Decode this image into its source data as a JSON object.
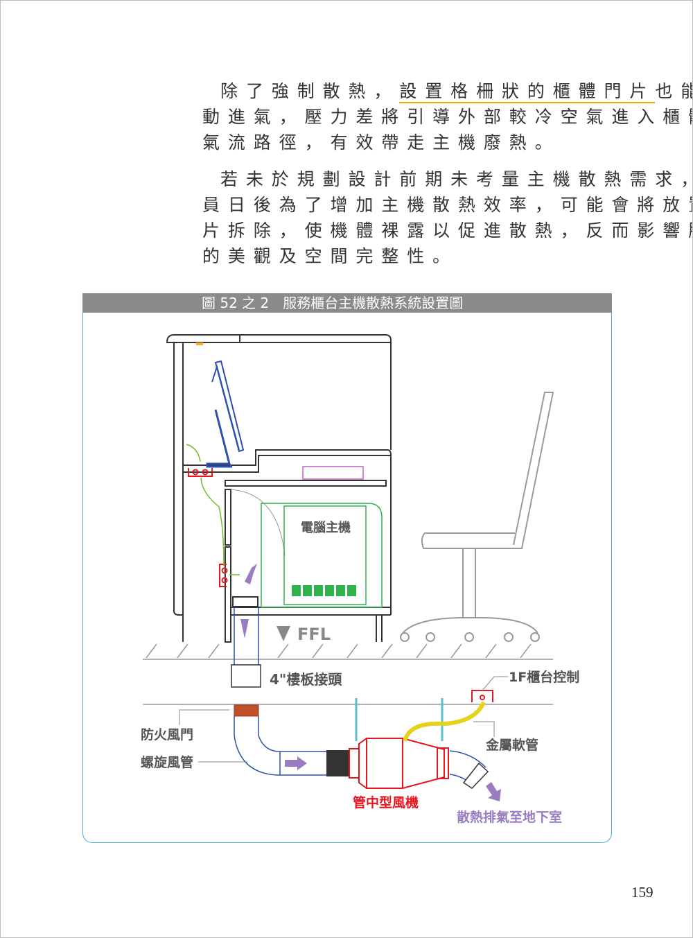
{
  "paragraph1": {
    "lines": [
      "除了強制散熱，",
      "設置格柵狀的櫃體門片",
      "也能增進被",
      "動進氣，壓力差將引導外部較冷空氣進入櫃體，形成",
      "氣流路徑，有效帶走主機廢熱。"
    ]
  },
  "paragraph2": {
    "lines": [
      "若未於規劃設計前期未考量主機散熱需求，物管人",
      "員日後為了增加主機散熱效率，可能會將放置櫃體門",
      "片拆除，使機體裸露以促進散熱，反而影響服務櫃台",
      "的美觀及空間完整性。"
    ]
  },
  "figure": {
    "title": "圖 52 之 2　服務櫃台主機散熱系統設置圖",
    "labels": {
      "computer_host": "電腦主機",
      "ffl": "FFL",
      "slab_joint": "4\"樓板接頭",
      "counter_control": "1F櫃台控制",
      "fire_damper": "防火風門",
      "spiral_duct": "螺旋風管",
      "metal_hose": "金屬軟管",
      "inline_fan": "管中型風機",
      "exhaust": "散熱排氣至地下室"
    },
    "colors": {
      "fan": "#e8141e",
      "duct": "#2b4fb0",
      "arrow": "#9a7cc0",
      "cable": "#6cbf2a",
      "hose": "#e6d21a",
      "box": "#2fb24a"
    }
  },
  "page_number": "159"
}
